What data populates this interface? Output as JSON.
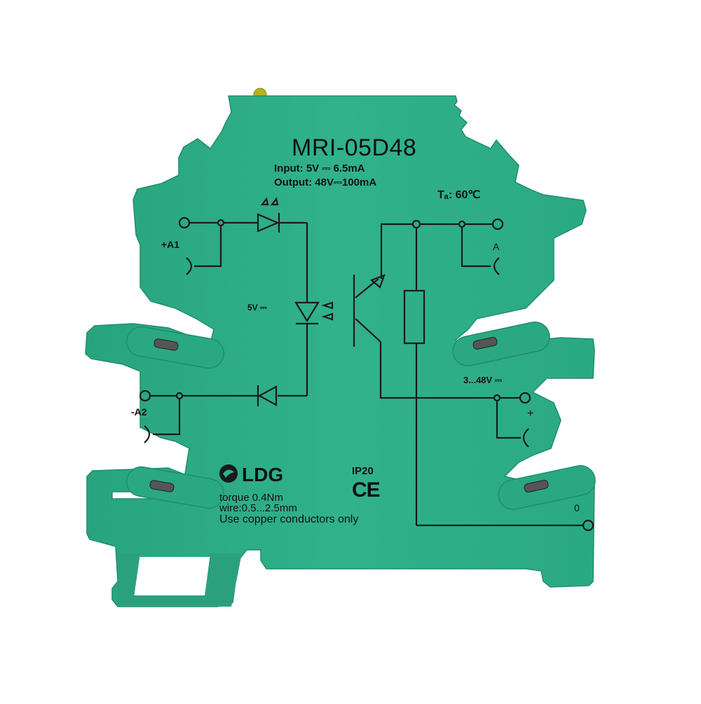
{
  "product": {
    "type": "DIN-rail slim solid-state relay module",
    "body_color": "#2fb08a",
    "led_color": "#c8c020",
    "model": "MRI-05D48",
    "specs": {
      "input": "Input:   5V ⎓  6.5mA",
      "output": "Output: 48V⎓100mA",
      "ambient_temp": "Tₐ: 60℃"
    },
    "terminals": {
      "input_plus": "+A1",
      "input_minus": "-A2",
      "output_a": "A",
      "output_supply": "3...48V ⎓",
      "output_plus": "+",
      "output_zero": "0"
    },
    "circuit": {
      "input_voltage_label": "5V ⎓"
    },
    "brand": {
      "name": "LDG",
      "logo_icon": "ldg-swirl-logo"
    },
    "ratings": {
      "ip": "IP20",
      "ce": "CE"
    },
    "instructions": {
      "torque": "torque 0.4Nm",
      "wire": "wire:0.5...2.5mm",
      "conductors": "Use copper conductors only"
    }
  }
}
